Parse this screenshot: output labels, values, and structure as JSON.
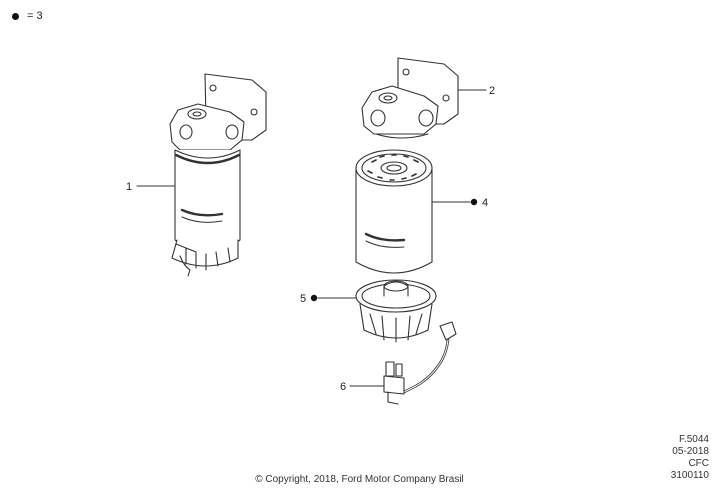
{
  "legend": {
    "symbol": "dot-icon",
    "text": "=  3"
  },
  "callouts": {
    "c1": "1",
    "c2": "2",
    "c4": "4",
    "c5": "5",
    "c6": "6"
  },
  "catalog_code": {
    "line1": "F.5044",
    "line2": "05-2018",
    "line3": "CFC",
    "line4": "3100110"
  },
  "copyright": "© Copyright, 2018, Ford Motor Company Brasil",
  "colors": {
    "line": "#333333",
    "accent": "#111111"
  }
}
